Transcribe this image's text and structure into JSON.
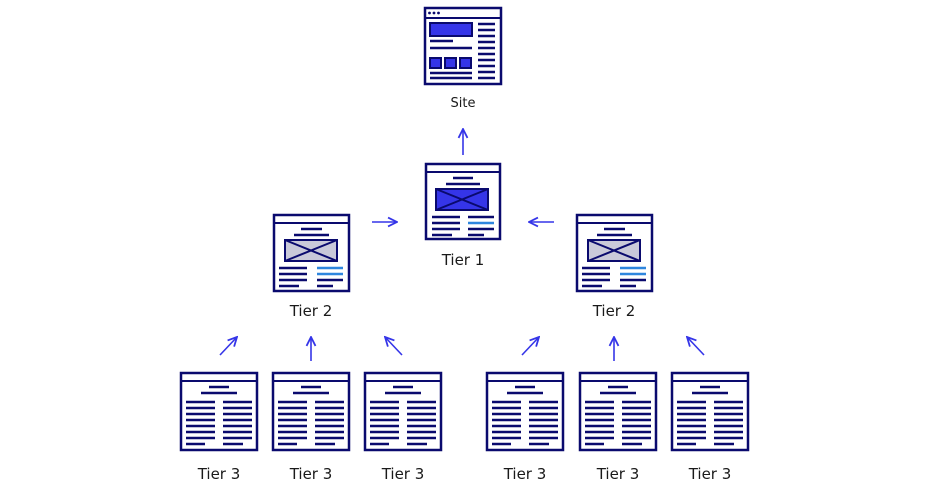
{
  "colors": {
    "outline": "#0a0a6e",
    "accent": "#3535e8",
    "light_accent": "#2e86de",
    "placeholder_fill": "#c9c9d9",
    "label": "#1a1a1a"
  },
  "nodes": {
    "site": {
      "label": "Site",
      "icon": "website-layout-icon"
    },
    "tier1": {
      "label": "Tier 1",
      "icon": "article-page-icon"
    },
    "tier2_left": {
      "label": "Tier 2",
      "icon": "article-page-icon"
    },
    "tier2_right": {
      "label": "Tier 2",
      "icon": "article-page-icon"
    },
    "tier3": [
      {
        "label": "Tier 3",
        "icon": "text-page-icon"
      },
      {
        "label": "Tier 3",
        "icon": "text-page-icon"
      },
      {
        "label": "Tier 3",
        "icon": "text-page-icon"
      },
      {
        "label": "Tier 3",
        "icon": "text-page-icon"
      },
      {
        "label": "Tier 3",
        "icon": "text-page-icon"
      },
      {
        "label": "Tier 3",
        "icon": "text-page-icon"
      }
    ]
  },
  "links": [
    {
      "from": "tier1",
      "to": "site"
    },
    {
      "from": "tier2_left",
      "to": "tier1"
    },
    {
      "from": "tier2_right",
      "to": "tier1"
    },
    {
      "from": "tier3.0",
      "to": "tier2_left"
    },
    {
      "from": "tier3.1",
      "to": "tier2_left"
    },
    {
      "from": "tier3.2",
      "to": "tier2_left"
    },
    {
      "from": "tier3.3",
      "to": "tier2_right"
    },
    {
      "from": "tier3.4",
      "to": "tier2_right"
    },
    {
      "from": "tier3.5",
      "to": "tier2_right"
    }
  ]
}
